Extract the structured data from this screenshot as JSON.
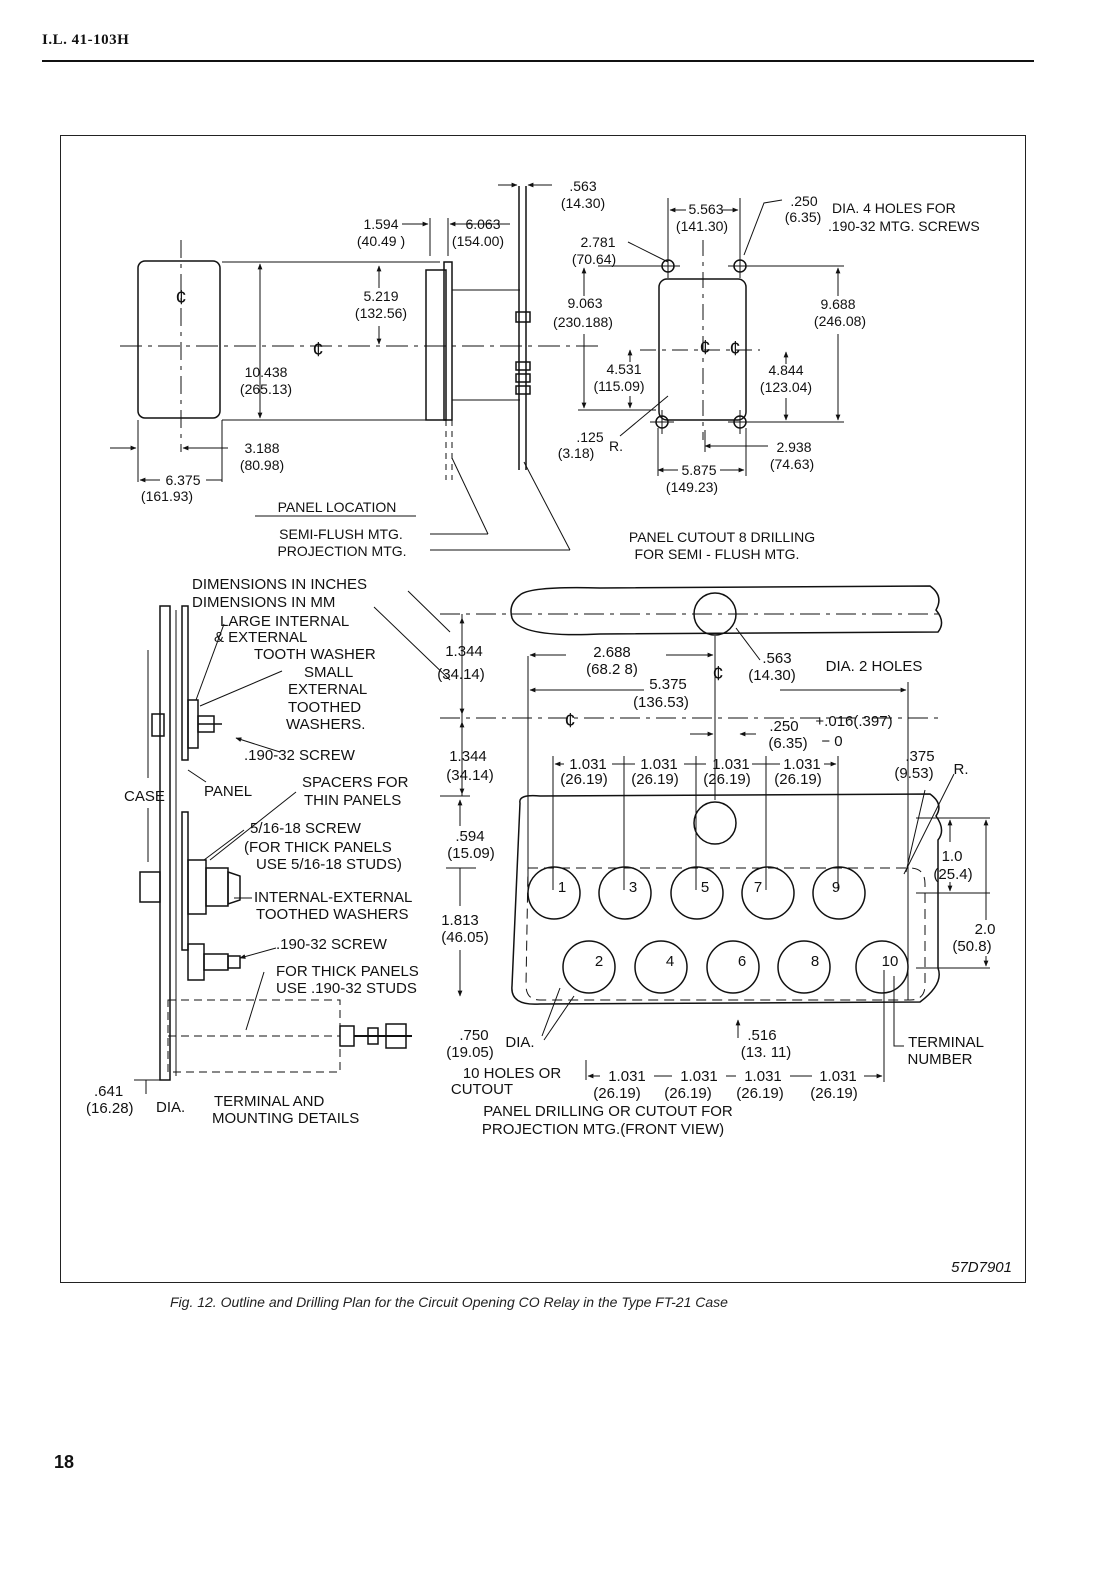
{
  "header": {
    "doc_id": "I.L. 41-103H"
  },
  "page": {
    "number": "18"
  },
  "figure": {
    "caption": "Fig. 12.   Outline and Drilling Plan for the Circuit Opening CO Relay in the Type FT-21 Case",
    "drawing_number": "57D7901"
  },
  "side_view": {
    "cl": "¢",
    "dim_1594": "1.594",
    "dim_1594_mm": "(40.49 )",
    "dim_6063": "6.063",
    "dim_6063_mm": "(154.00)",
    "dim_563": ".563",
    "dim_563_mm": "(14.30)",
    "dim_5219": "5.219",
    "dim_5219_mm": "(132.56)",
    "dim_10438": "10.438",
    "dim_10438_mm": "(265.13)",
    "dim_3188": "3.188",
    "dim_3188_mm": "(80.98)",
    "dim_6375": "6.375",
    "dim_6375_mm": "(161.93)",
    "panel_location": "PANEL  LOCATION",
    "semi_flush": "SEMI-FLUSH  MTG.",
    "projection": "PROJECTION  MTG."
  },
  "cutout_semi_flush": {
    "dim_5563": "5.563",
    "dim_5563_mm": "(141.30)",
    "dim_250": ".250",
    "dim_250_mm": "(6.35)",
    "holes_note_1": "DIA. 4 HOLES FOR",
    "holes_note_2": ".190-32 MTG. SCREWS",
    "dim_2781": "2.781",
    "dim_2781_mm": "(70.64)",
    "dim_9063": "9.063",
    "dim_9063_mm": "(230.188)",
    "dim_9688": "9.688",
    "dim_9688_mm": "(246.08)",
    "dim_4531": "4.531",
    "dim_4531_mm": "(115.09)",
    "dim_4844": "4.844",
    "dim_4844_mm": "(123.04)",
    "dim_125": ".125",
    "dim_125_mm": "(3.18)",
    "radius": "R.",
    "dim_2938": "2.938",
    "dim_2938_mm": "(74.63)",
    "dim_5875": "5.875",
    "dim_5875_mm": "(149.23)",
    "label_1": "PANEL CUTOUT 8 DRILLING",
    "label_2": "FOR  SEMI - FLUSH  MTG."
  },
  "terminal_details": {
    "dims_inches": "DIMENSIONS IN INCHES",
    "dims_mm": "DIMENSIONS IN MM",
    "washer_1": "LARGE  INTERNAL",
    "washer_2": "& EXTERNAL",
    "washer_3": "TOOTH WASHER",
    "small_1": "SMALL",
    "small_2": "EXTERNAL",
    "small_3": "TOOTHED",
    "small_4": "WASHERS.",
    "screw_1": ".190-32 SCREW",
    "case": "CASE",
    "panel": "PANEL",
    "spacers_1": "SPACERS FOR",
    "spacers_2": "THIN PANELS",
    "screw_516_1": "5/16-18 SCREW",
    "screw_516_2": "(FOR THICK PANELS",
    "screw_516_3": "USE 5/16-18 STUDS)",
    "int_ext_1": "INTERNAL-EXTERNAL",
    "int_ext_2": "TOOTHED WASHERS",
    "screw_2": ".190-32 SCREW",
    "thick_1": "FOR THICK PANELS",
    "thick_2": "USE .190-32 STUDS",
    "dim_641": ".641",
    "dim_641_mm": "(16.28)",
    "dia": "DIA.",
    "title_1": "TERMINAL  AND",
    "title_2": "MOUNTING  DETAILS"
  },
  "projection_cutout": {
    "dim_1344a": "1.344",
    "dim_1344a_mm": "(34.14)",
    "dim_1344b": "1.344",
    "dim_1344b_mm": "(34.14)",
    "dim_2688": "2.688",
    "dim_2688_mm": "(68.2 8)",
    "dim_563": ".563",
    "dim_563_mm": "(14.30)",
    "dia_2_holes": "DIA. 2 HOLES",
    "dim_5375": "5.375",
    "dim_5375_mm": "(136.53)",
    "dim_250": ".250",
    "dim_250_tol": "+.016(.397)",
    "dim_250_mm": "(6.35)",
    "dim_250_minus": "− 0",
    "dim_1031": "1.031",
    "dim_1031_mm": "(26.19)",
    "dim_375": ".375",
    "dim_375_mm": "(9.53)",
    "radius": "R.",
    "dim_594": ".594",
    "dim_594_mm": "(15.09)",
    "dim_10": "1.0",
    "dim_10_mm": "(25.4)",
    "dim_20": "2.0",
    "dim_20_mm": "(50.8)",
    "dim_1813": "1.813",
    "dim_1813_mm": "(46.05)",
    "dim_750": ".750",
    "dim_750_mm": "(19.05)",
    "dia": "DIA.",
    "holes_1": "10 HOLES OR",
    "holes_2": "CUTOUT",
    "dim_516": ".516",
    "dim_516_mm": "(13. 11)",
    "terminal_1": "TERMINAL",
    "terminal_2": "NUMBER",
    "label_1": "PANEL DRILLING OR CUTOUT FOR",
    "label_2": "PROJECTION MTG.(FRONT  VIEW)",
    "terminals_top": [
      "1",
      "3",
      "5",
      "7",
      "9"
    ],
    "terminals_bottom": [
      "2",
      "4",
      "6",
      "8",
      "10"
    ]
  }
}
